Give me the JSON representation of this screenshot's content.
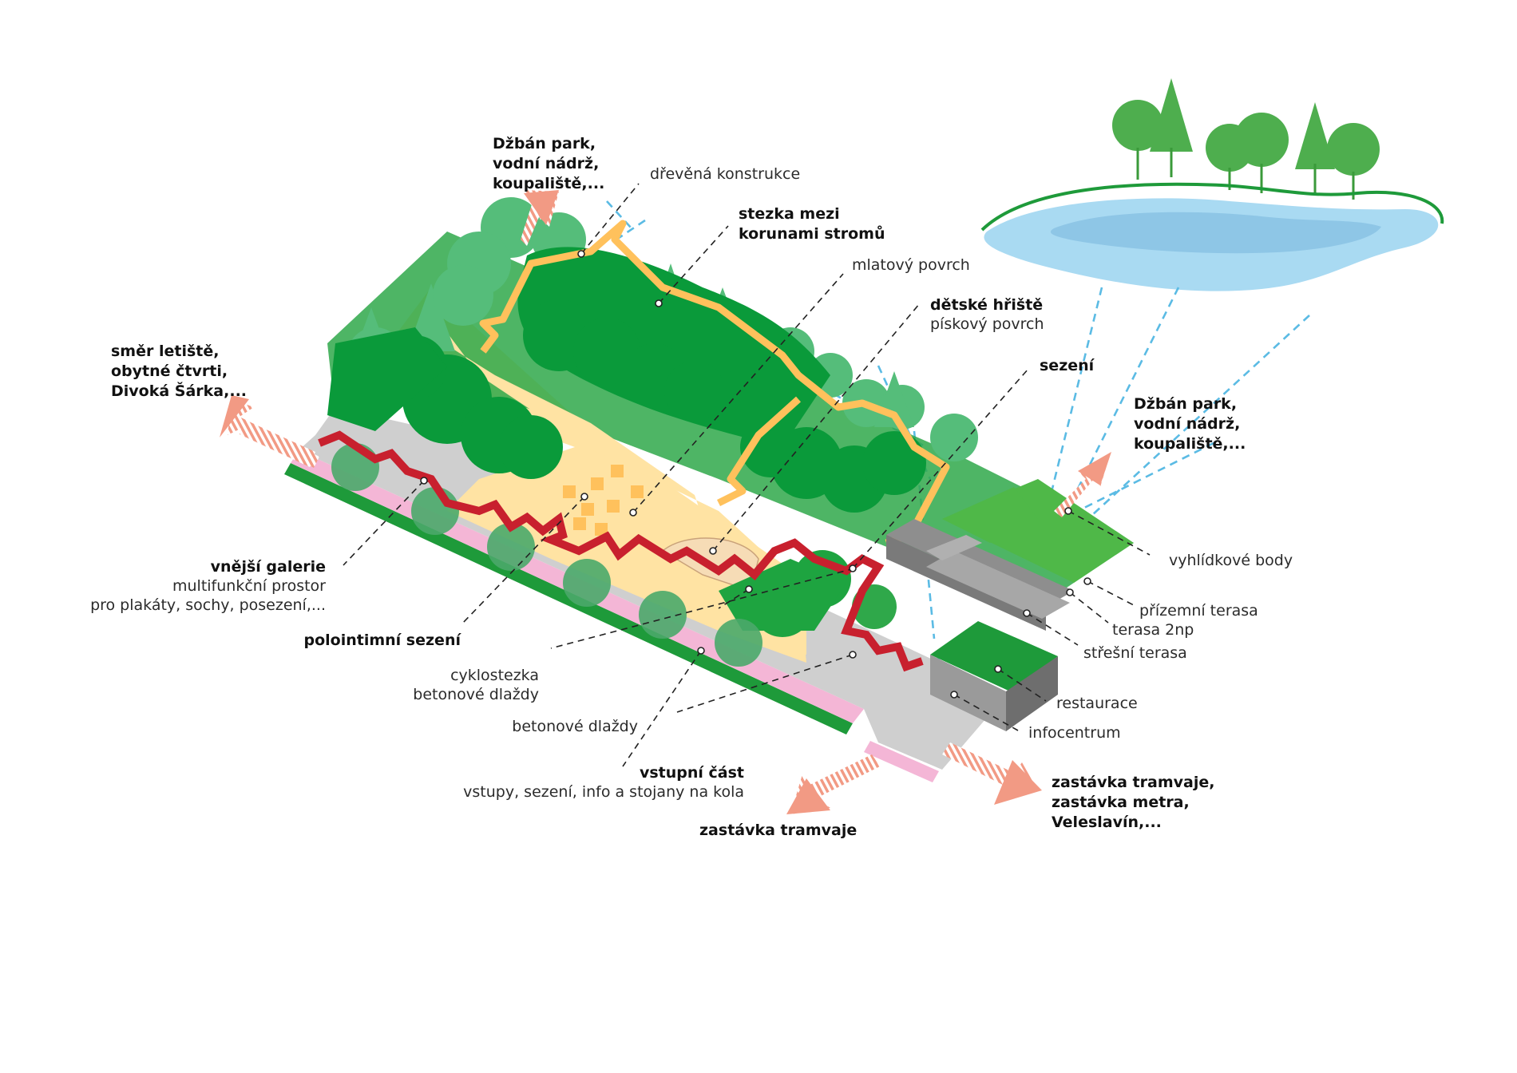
{
  "colors": {
    "grass": "#2fa84a",
    "dark_green": "#1e9a3a",
    "tree": "#1ea440",
    "tree_light": "#55bd7a",
    "sand": "#ffe3a3",
    "boardwalk": "#ffc15c",
    "pavement": "#cfcfcf",
    "bike_lane": "#f4b6d6",
    "gallery_red": "#c8202e",
    "building": "#9a9a9a",
    "water": "#a9daf2",
    "arrow": "#f29a84",
    "sight_lines": "#5bbbe4"
  },
  "labels": {
    "dzban_top": [
      "Džbán park,",
      "vodní nádrž,",
      "koupaliště,..."
    ],
    "drevena": "dřevěná konstrukce",
    "stezka": [
      "stezka mezi",
      "korunami stromů"
    ],
    "mlatovy": "mlatový povrch",
    "hriste_title": "dětské hřiště",
    "hriste_sub": "pískový povrch",
    "sezeni": "sezení",
    "smer": [
      "směr letiště,",
      "obytné čtvrti,",
      "Divoká Šárka,..."
    ],
    "dzban_right": [
      "Džbán park,",
      "vodní nádrž,",
      "koupaliště,..."
    ],
    "vyhlidkove": "vyhlídkové body",
    "prizemni": "přízemní terasa",
    "terasa2np": "terasa 2np",
    "stresni": "střešní terasa",
    "restaurace": "restaurace",
    "infocentrum": "infocentrum",
    "galerie_title": "vnější galerie",
    "galerie_sub": [
      "multifunkční prostor",
      "pro plakáty, sochy, posezení,..."
    ],
    "polointimni": "polointimní sezení",
    "cyklostezka": [
      "cyklostezka",
      "betonové dlaždy"
    ],
    "betonove": "betonové dlaždy",
    "vstupni_title": "vstupní část",
    "vstupni_sub": "vstupy, sezení, info a stojany na kola",
    "zastavka": "zastávka tramvaje",
    "zastavky_right": [
      "zastávka tramvaje,",
      "zastávka metra,",
      "Veleslavín,..."
    ]
  },
  "icons": {
    "arrow_nw": "direction-arrow-icon",
    "arrow_ne_top": "direction-arrow-icon",
    "arrow_ne_right": "direction-arrow-icon",
    "arrow_sw": "direction-arrow-icon",
    "arrow_se": "direction-arrow-icon",
    "lake": "lake-with-trees-icon"
  }
}
